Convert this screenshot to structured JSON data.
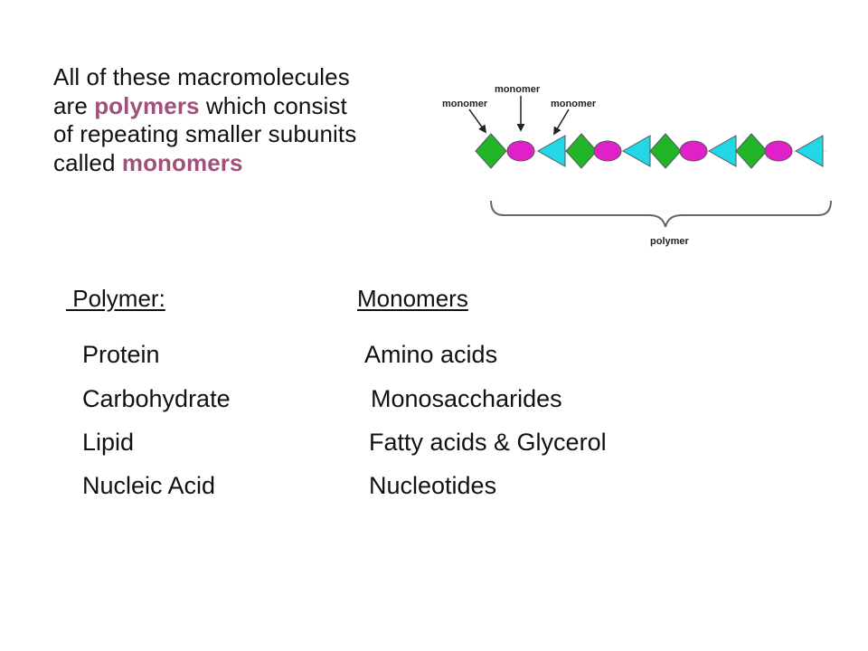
{
  "intro": {
    "line1": "All of these macromolecules",
    "line2_pre": "are ",
    "line2_hl": "polymers",
    "line2_post": " which consist",
    "line3": "of repeating smaller subunits",
    "line4_pre": "called ",
    "line4_hl": "monomers",
    "highlight_color": "#a0507a"
  },
  "diagram": {
    "label_monomer_left": "monomer",
    "label_monomer_top": "monomer",
    "label_monomer_right": "monomer",
    "label_polymer": "polymer",
    "colors": {
      "diamond": "#22b52a",
      "ellipse": "#e020c8",
      "triangle": "#22d8e8"
    }
  },
  "table": {
    "header_polymer": " Polymer:",
    "header_monomers": "Monomers",
    "rows": [
      {
        "polymer": "Protein",
        "monomer": "Amino acids"
      },
      {
        "polymer": "Carbohydrate",
        "monomer": "Monosaccharides"
      },
      {
        "polymer": "Lipid",
        "monomer": "Fatty acids & Glycerol"
      },
      {
        "polymer": "Nucleic Acid",
        "monomer": "Nucleotides"
      }
    ]
  }
}
